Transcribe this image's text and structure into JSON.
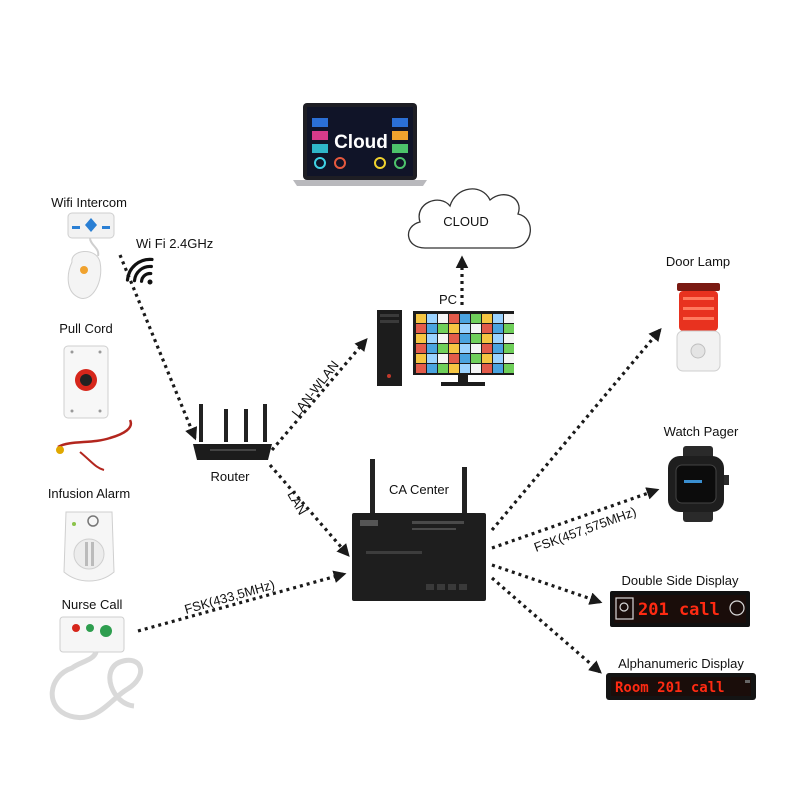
{
  "devices": {
    "cloud_laptop": "Cloud",
    "cloud": "CLOUD",
    "pc": "PC",
    "wifi_intercom": "Wifi Intercom",
    "pull_cord": "Pull Cord",
    "infusion_alarm": "Infusion Alarm",
    "nurse_call": "Nurse Call",
    "router": "Router",
    "ca_center": "CA Center",
    "door_lamp": "Door Lamp",
    "watch_pager": "Watch Pager",
    "double_side_display": "Double Side Display",
    "alphanumeric_display": "Alphanumeric Display"
  },
  "links": {
    "wifi": "Wi Fi 2.4GHz",
    "lan_wlan": "LAN-WLAN",
    "lan": "LAN",
    "fsk_in": "FSK(433,5MHz)",
    "fsk_out": "FSK(457,575MHz)"
  },
  "screens": {
    "double_side_text": "201 call",
    "alphanumeric_text": "Room 201 call"
  },
  "colors": {
    "led_red": "#ff2a12",
    "lamp_red": "#e8321f",
    "dark_device": "#1c1c1c"
  }
}
